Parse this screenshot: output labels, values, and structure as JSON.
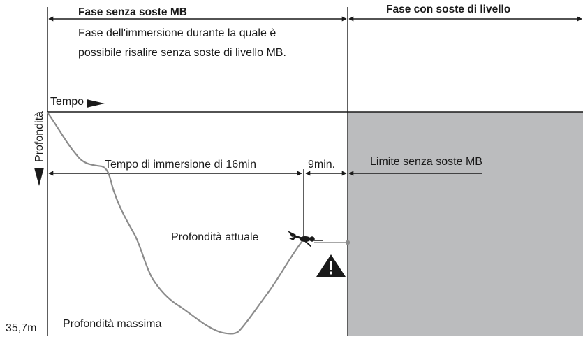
{
  "headings": {
    "no_stop_phase": "Fase senza soste MB",
    "stop_phase": "Fase con soste di livello"
  },
  "description": {
    "line1": "Fase dell'immersione durante la quale è",
    "line2": "possibile risalire senza soste di livello MB."
  },
  "axes": {
    "depth_label": "Profondità",
    "time_label": "Tempo"
  },
  "labels": {
    "dive_time": "Tempo di immersione di 16min",
    "remaining": "9min.",
    "no_stop_limit": "Limite senza soste MB",
    "current_depth": "Profondità attuale",
    "max_depth": "Profondità massima",
    "max_depth_value": "35,7m"
  },
  "colors": {
    "shaded_region": "#bbbcbe",
    "profile_line": "#8c8c8c",
    "ink": "#1a1a1a"
  },
  "icons": {
    "diver": "diver-icon",
    "warning": "warning-triangle-icon"
  }
}
